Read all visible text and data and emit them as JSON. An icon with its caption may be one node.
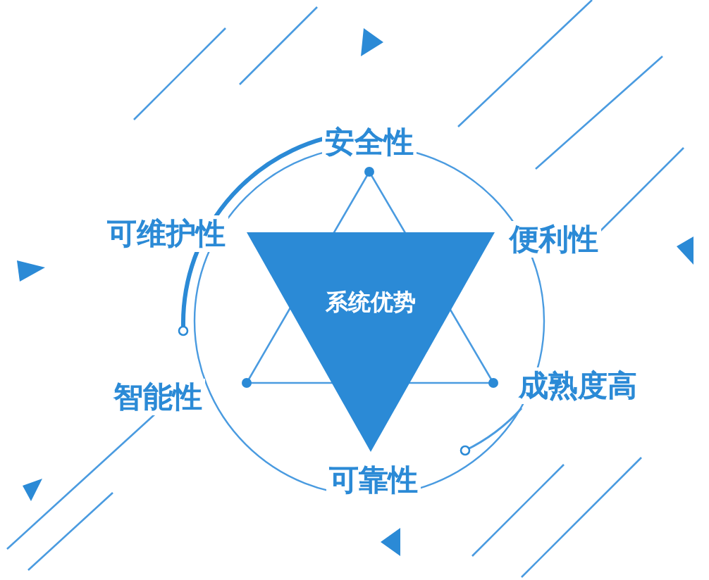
{
  "diagram": {
    "nodes": [
      {
        "text": [
          "系统优势"
        ]
      }
    ],
    "labels": [
      "安全性",
      "可维护性",
      "便利性",
      "成熟度高",
      "智能性",
      "可靠性"
    ]
  }
}
